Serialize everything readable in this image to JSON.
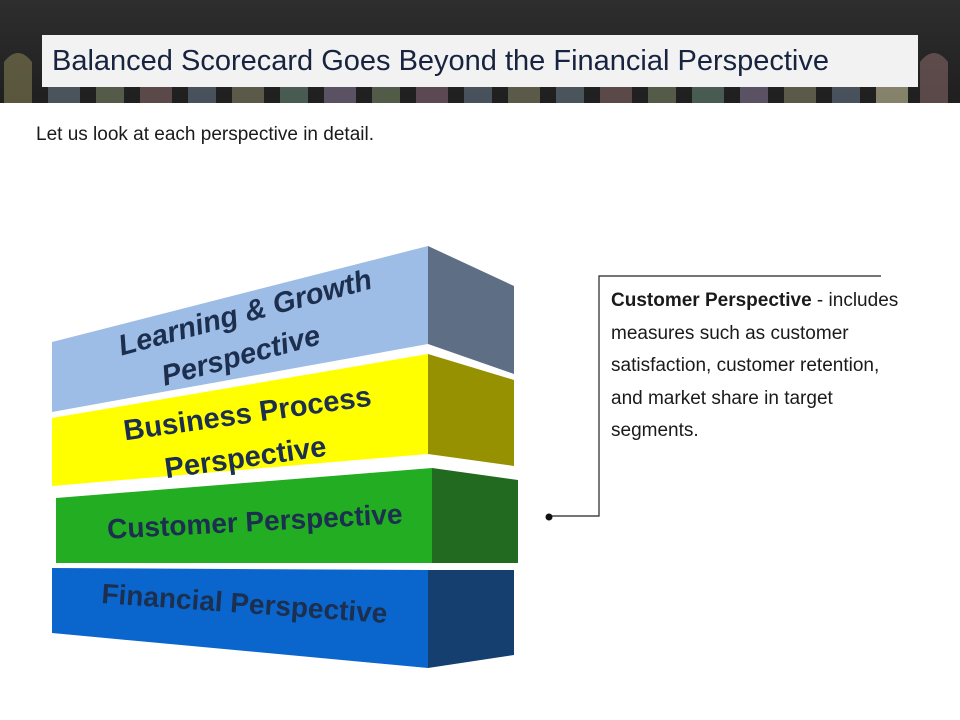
{
  "slide": {
    "title": "Balanced Scorecard Goes Beyond the Financial Perspective",
    "intro": "Let us look at each perspective in detail."
  },
  "stack": {
    "layers": [
      {
        "label_line1": "Learning & Growth",
        "label_line2": "Perspective",
        "front_color": "#9dbde6",
        "side_color": "#5e6f85",
        "text_color": "#1c2f4f"
      },
      {
        "label_line1": "Business Process",
        "label_line2": "Perspective",
        "front_color": "#ffff00",
        "side_color": "#969100",
        "text_color": "#1c2f4f"
      },
      {
        "label_line1": "Customer Perspective",
        "label_line2": "",
        "front_color": "#22ad22",
        "side_color": "#216a1f",
        "text_color": "#1c2f4f"
      },
      {
        "label_line1": "Financial Perspective",
        "label_line2": "",
        "front_color": "#0a66cc",
        "side_color": "#143f6f",
        "text_color": "#1c2f4f"
      }
    ]
  },
  "callout": {
    "title": "Customer Perspective",
    "separator": " -",
    "body": "includes measures such as customer satisfaction, customer retention, and market share in target segments."
  }
}
